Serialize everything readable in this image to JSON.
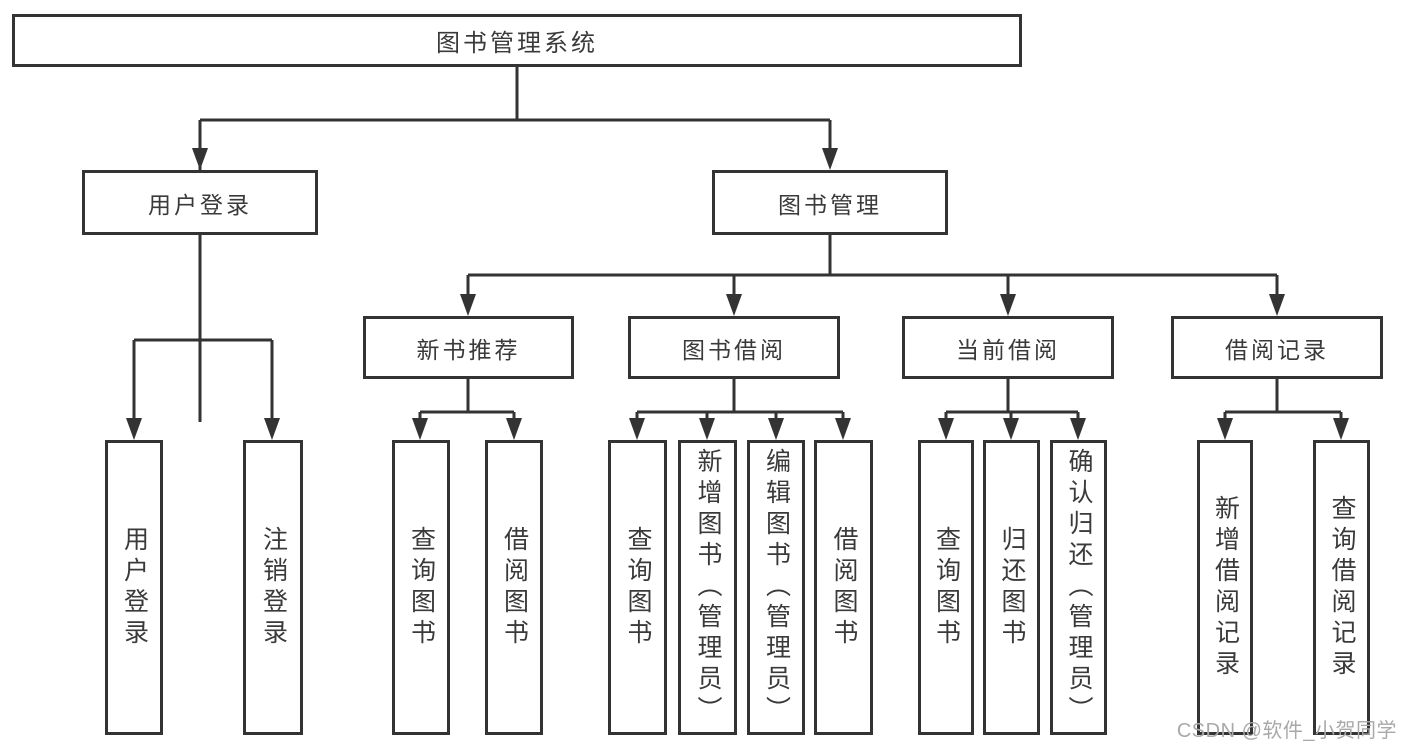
{
  "title": "图书管理系统",
  "branches": {
    "user_login": {
      "label": "用户登录",
      "children": [
        "用户登录",
        "注销登录"
      ]
    },
    "book_mgmt": {
      "label": "图书管理"
    }
  },
  "modules": [
    {
      "label": "新书推荐",
      "children": [
        "查询图书",
        "借阅图书"
      ]
    },
    {
      "label": "图书借阅",
      "children": [
        "查询图书",
        "新增图书（管理员）",
        "编辑图书（管理员）",
        "借阅图书"
      ]
    },
    {
      "label": "当前借阅",
      "children": [
        "查询图书",
        "归还图书",
        "确认归还（管理员）"
      ]
    },
    {
      "label": "借阅记录",
      "children": [
        "新增借阅记录",
        "查询借阅记录"
      ]
    }
  ],
  "watermark": "CSDN @软件_小贺同学",
  "colors": {
    "line": "#333333",
    "box_border": "#333333",
    "text": "#3a3a3a",
    "watermark": "#a9a9a9",
    "background": "#ffffff"
  }
}
